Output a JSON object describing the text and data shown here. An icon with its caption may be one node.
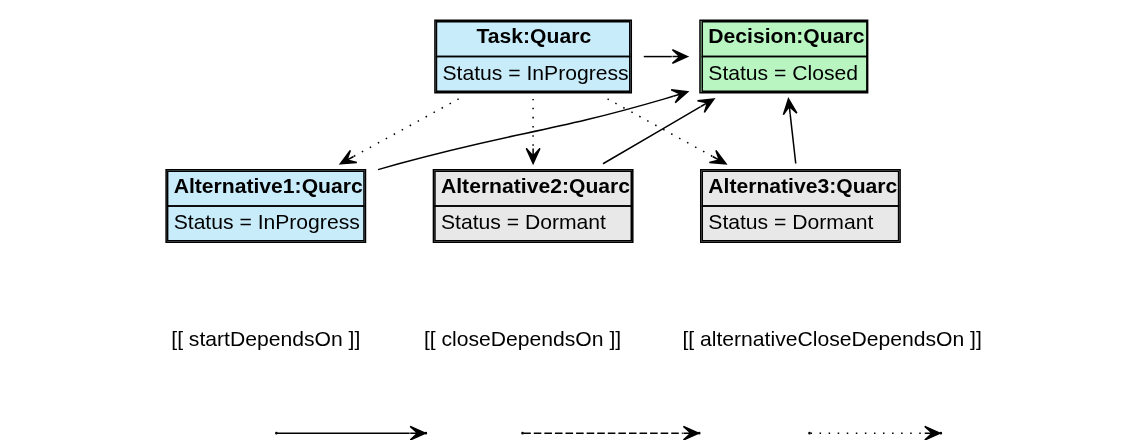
{
  "diagram": {
    "nodes": [
      {
        "text": [
          "Task:Quarc",
          "Status = InProgress"
        ]
      },
      {
        "text": [
          "Decision:Quarc",
          "Status = Closed"
        ]
      },
      {
        "text": [
          "Alternative1:Quarc",
          "Status = InProgress"
        ]
      },
      {
        "text": [
          "Alternative2:Quarc",
          "Status = Dormant"
        ]
      },
      {
        "text": [
          "Alternative3:Quarc",
          "Status = Dormant"
        ]
      }
    ],
    "edges": [
      {
        "from": 0,
        "to": 1,
        "arrow": "to"
      },
      {
        "from": 0,
        "to": 2,
        "arrow": "to",
        "style": "dashed"
      },
      {
        "from": 0,
        "to": 3,
        "arrow": "to",
        "style": "dashed"
      },
      {
        "from": 0,
        "to": 4,
        "arrow": "to",
        "style": "dashed"
      },
      {
        "from": 2,
        "to": 1,
        "arrow": "to"
      },
      {
        "from": 3,
        "to": 1,
        "arrow": "to"
      },
      {
        "from": 4,
        "to": 1,
        "arrow": "to"
      }
    ],
    "legend": [
      {
        "text": "[[ startDependsOn ]]"
      },
      {
        "text": "[[ closeDependsOn ]]"
      },
      {
        "text": "[[ alternativeCloseDependsOn ]]"
      }
    ]
  }
}
